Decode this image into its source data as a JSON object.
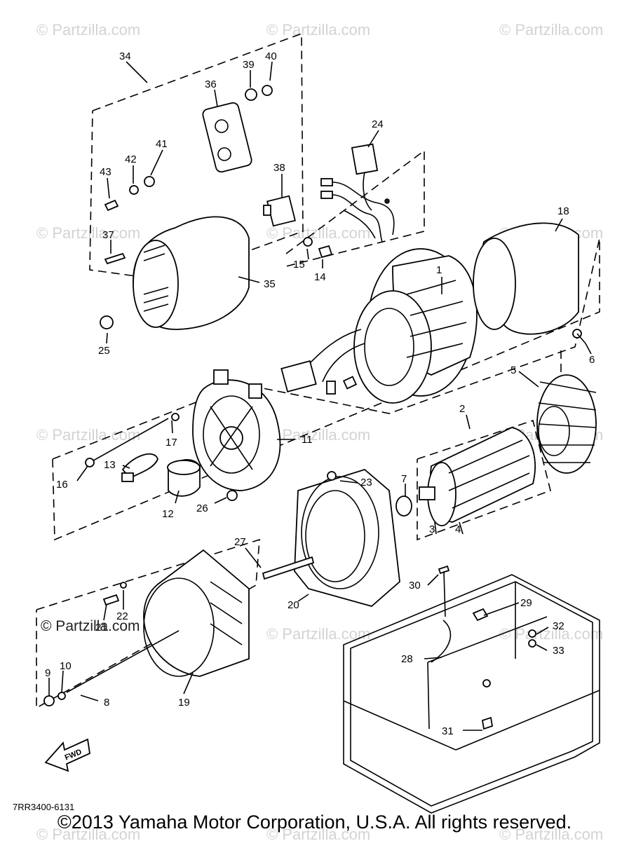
{
  "diagram": {
    "part_number": "7RR3400-6131",
    "copyright": "©2013 Yamaha Motor Corporation, U.S.A. All rights reserved.",
    "watermark": "© Partzilla.com",
    "fwd_label": "FWD",
    "callouts": [
      "1",
      "2",
      "3",
      "4",
      "5",
      "6",
      "7",
      "8",
      "9",
      "10",
      "11",
      "12",
      "13",
      "14",
      "15",
      "16",
      "17",
      "18",
      "19",
      "20",
      "21",
      "22",
      "23",
      "24",
      "25",
      "26",
      "27",
      "28",
      "29",
      "30",
      "31",
      "32",
      "33",
      "34",
      "35",
      "36",
      "37",
      "38",
      "39",
      "40",
      "41",
      "42",
      "43"
    ]
  }
}
